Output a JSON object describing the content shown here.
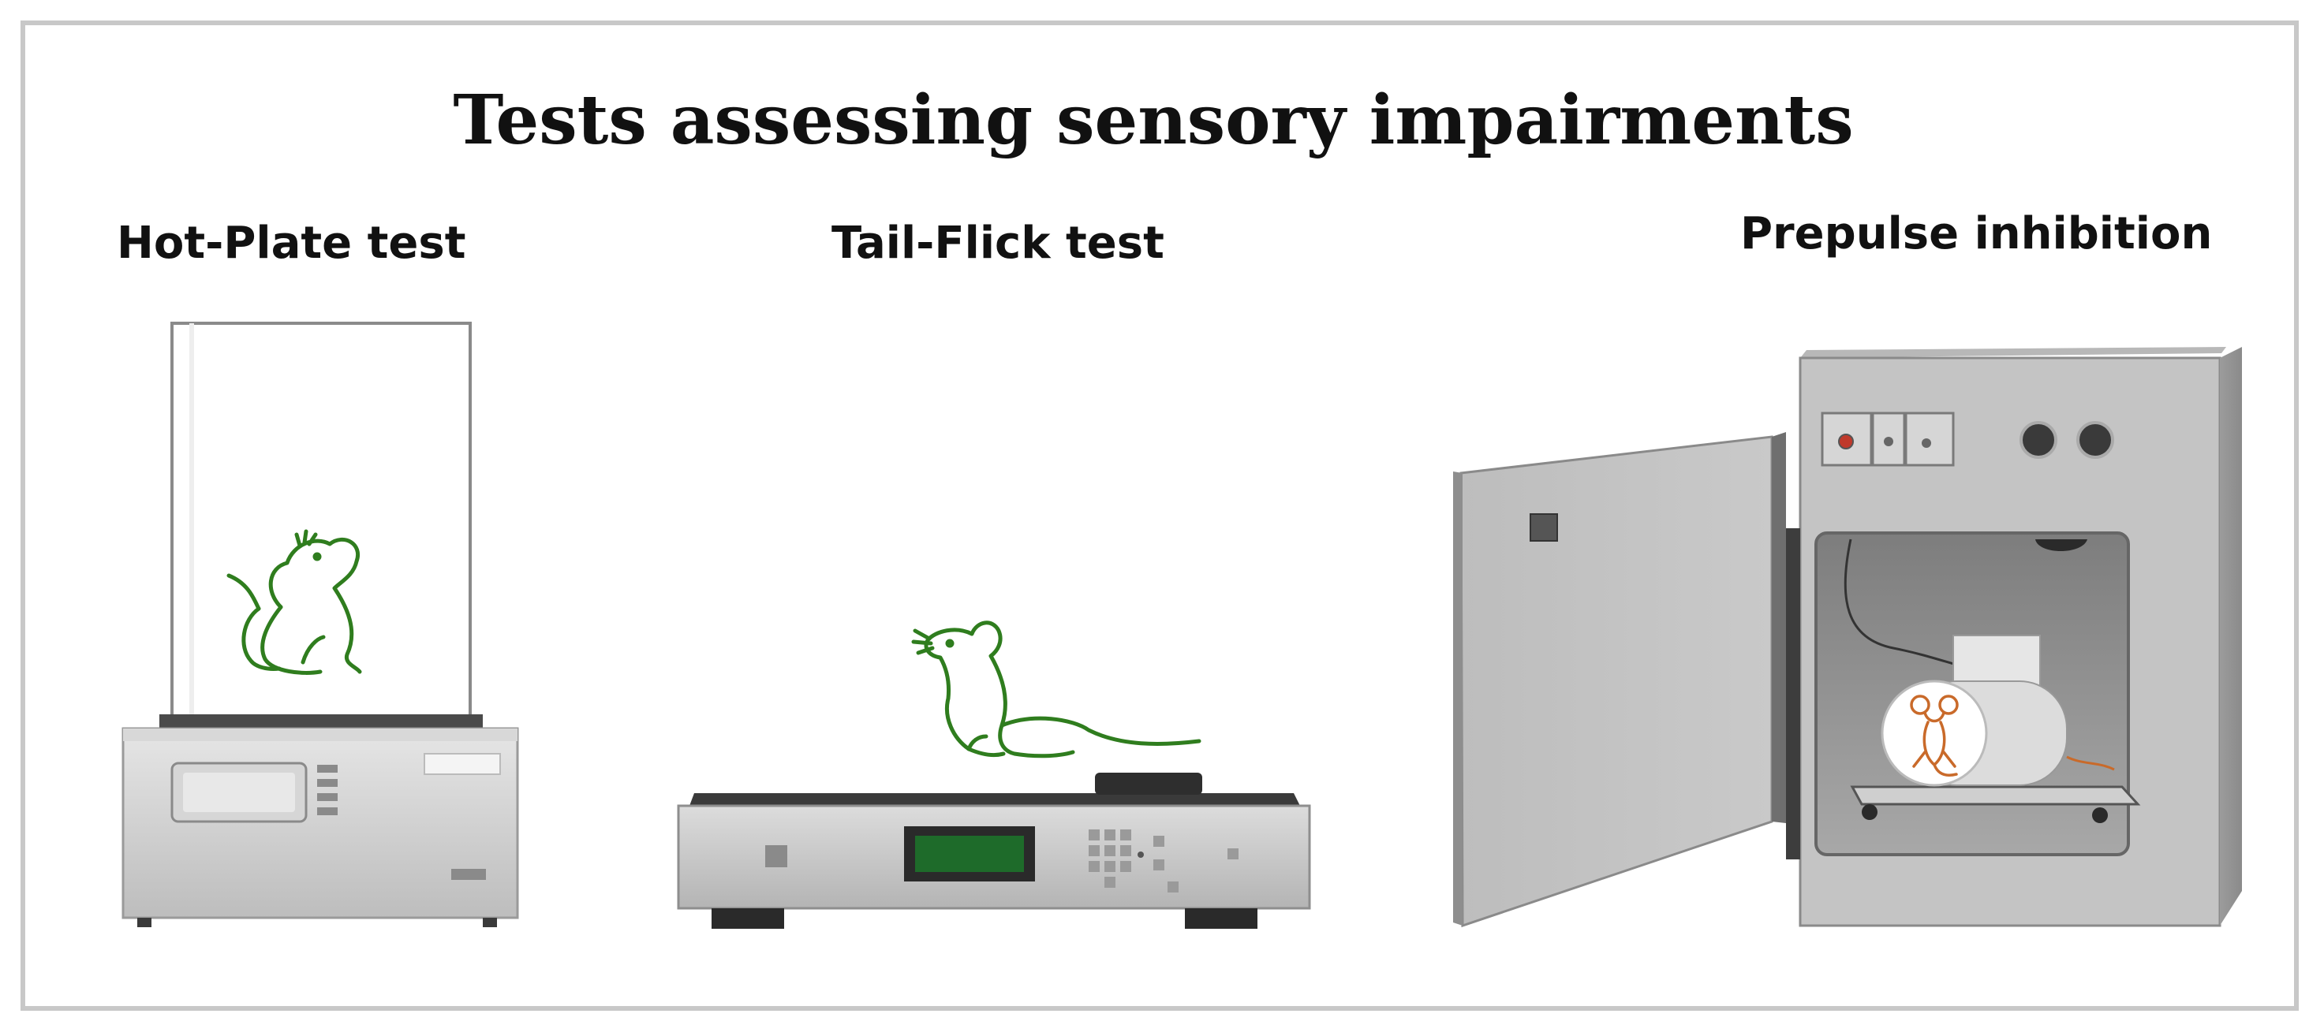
{
  "title": "Tests assessing sensory impairments",
  "panels": [
    {
      "label": "Hot-Plate test",
      "icon": "hot-plate-apparatus-icon"
    },
    {
      "label": "Tail-Flick test",
      "icon": "tail-flick-apparatus-icon"
    },
    {
      "label": "Prepulse inhibition",
      "icon": "startle-chamber-apparatus-icon"
    }
  ],
  "colors": {
    "mouse_green": "#2f7d1e",
    "mouse_orange": "#c96a2a",
    "device_gray": "#cfcfcf",
    "device_dark": "#3a3a3a",
    "lcd_green": "#1e6b2a",
    "frame_border": "#c8c8c8"
  }
}
